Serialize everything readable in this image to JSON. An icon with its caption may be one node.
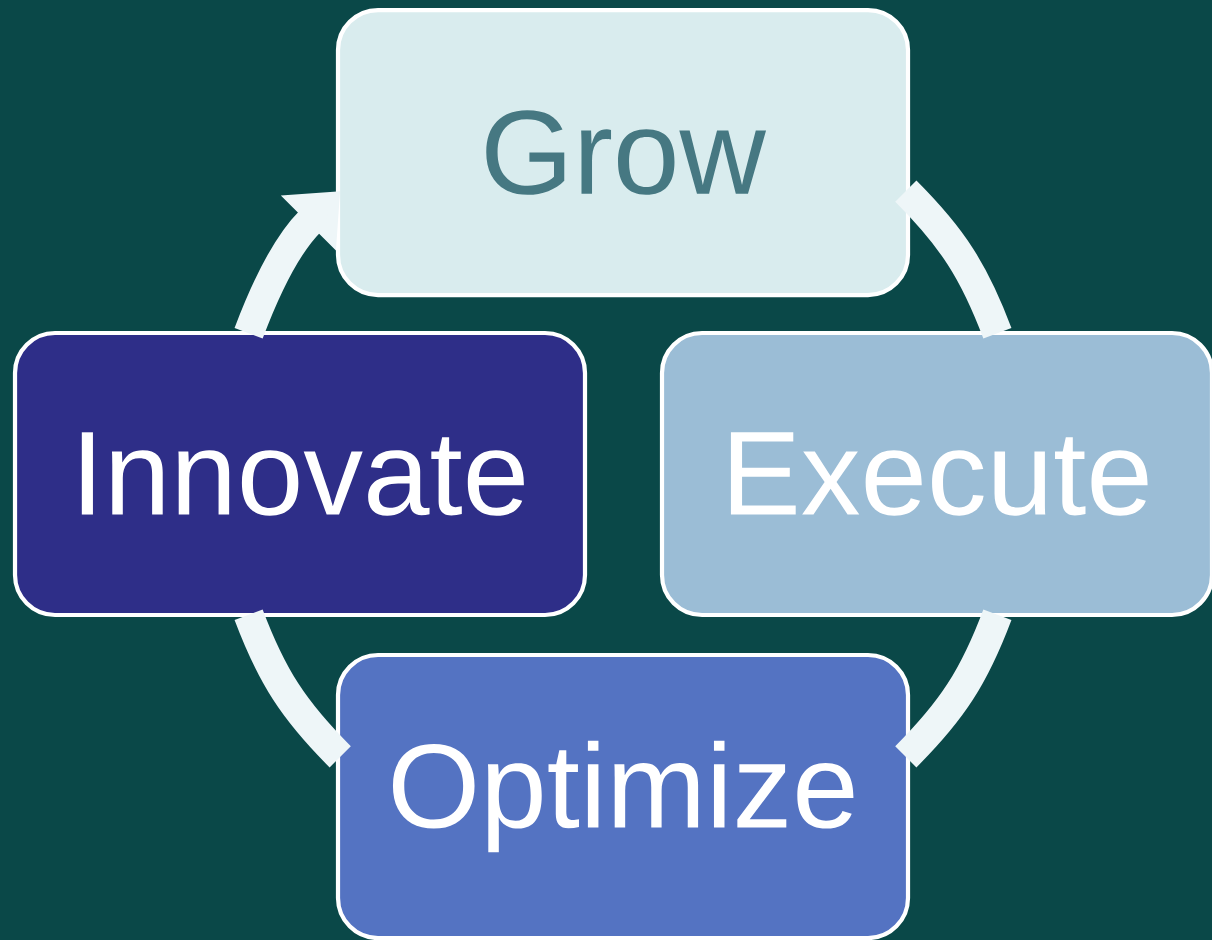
{
  "diagram": {
    "nodes": [
      {
        "text": [
          "Grow"
        ]
      },
      {
        "text": [
          "Execute"
        ]
      },
      {
        "text": [
          "Optimize"
        ]
      },
      {
        "text": [
          "Innovate"
        ]
      }
    ],
    "edges": [
      {
        "from": 0,
        "to": 1,
        "arrow": "none"
      },
      {
        "from": 1,
        "to": 2,
        "arrow": "none"
      },
      {
        "from": 2,
        "to": 3,
        "arrow": "none"
      },
      {
        "from": 3,
        "to": 0,
        "arrow": "to"
      }
    ]
  }
}
